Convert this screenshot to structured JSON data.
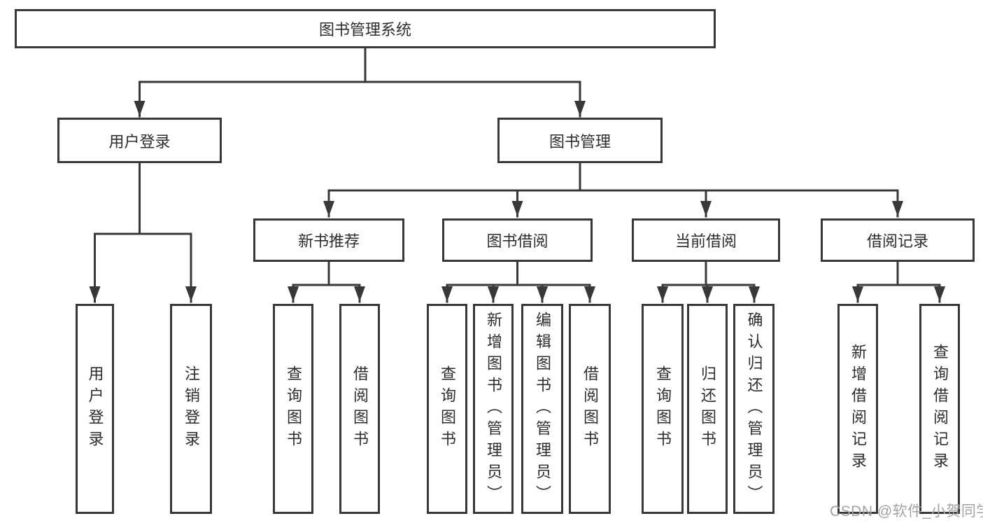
{
  "tree": {
    "label": "图书管理系统",
    "children": [
      {
        "label": "用户登录",
        "children": [
          {
            "label": "用户登录"
          },
          {
            "label": "注销登录"
          }
        ]
      },
      {
        "label": "图书管理",
        "children": [
          {
            "label": "新书推荐",
            "children": [
              {
                "label": "查询图书"
              },
              {
                "label": "借阅图书"
              }
            ]
          },
          {
            "label": "图书借阅",
            "children": [
              {
                "label": "查询图书"
              },
              {
                "label": "新增图书（管理员）"
              },
              {
                "label": "编辑图书（管理员）"
              },
              {
                "label": "借阅图书"
              }
            ]
          },
          {
            "label": "当前借阅",
            "children": [
              {
                "label": "查询图书"
              },
              {
                "label": "归还图书"
              },
              {
                "label": "确认归还（管理员）"
              }
            ]
          },
          {
            "label": "借阅记录",
            "children": [
              {
                "label": "新增借阅记录"
              },
              {
                "label": "查询借阅记录"
              }
            ]
          }
        ]
      }
    ]
  },
  "watermark": {
    "text": "CSDN @软件_小贺同学"
  },
  "colors": {
    "line": "#383838",
    "box_border": "#383838",
    "text": "#2d2d2d",
    "watermark": "#a2a2a2",
    "background": "#ffffff"
  }
}
